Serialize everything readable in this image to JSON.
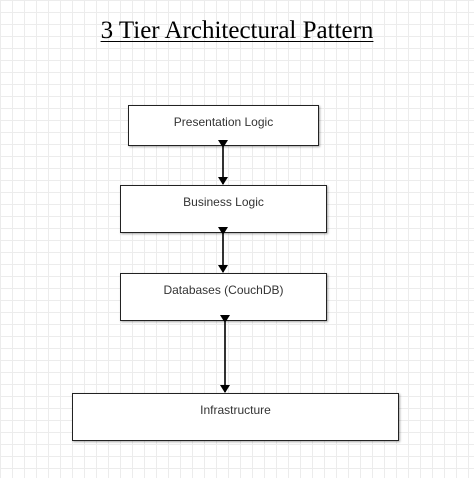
{
  "diagram": {
    "title": "3 Tier Architectural Pattern",
    "nodes": [
      {
        "id": "presentation",
        "label": "Presentation Logic"
      },
      {
        "id": "business",
        "label": "Business Logic"
      },
      {
        "id": "databases",
        "label": "Databases (CouchDB)"
      },
      {
        "id": "infrastructure",
        "label": "Infrastructure"
      }
    ],
    "edges": [
      {
        "from": "presentation",
        "to": "business",
        "direction": "both"
      },
      {
        "from": "business",
        "to": "databases",
        "direction": "both"
      },
      {
        "from": "databases",
        "to": "infrastructure",
        "direction": "both"
      }
    ],
    "colors": {
      "stroke": "#000000",
      "box_border": "#222222",
      "text": "#333333",
      "grid": "#ececec"
    }
  }
}
